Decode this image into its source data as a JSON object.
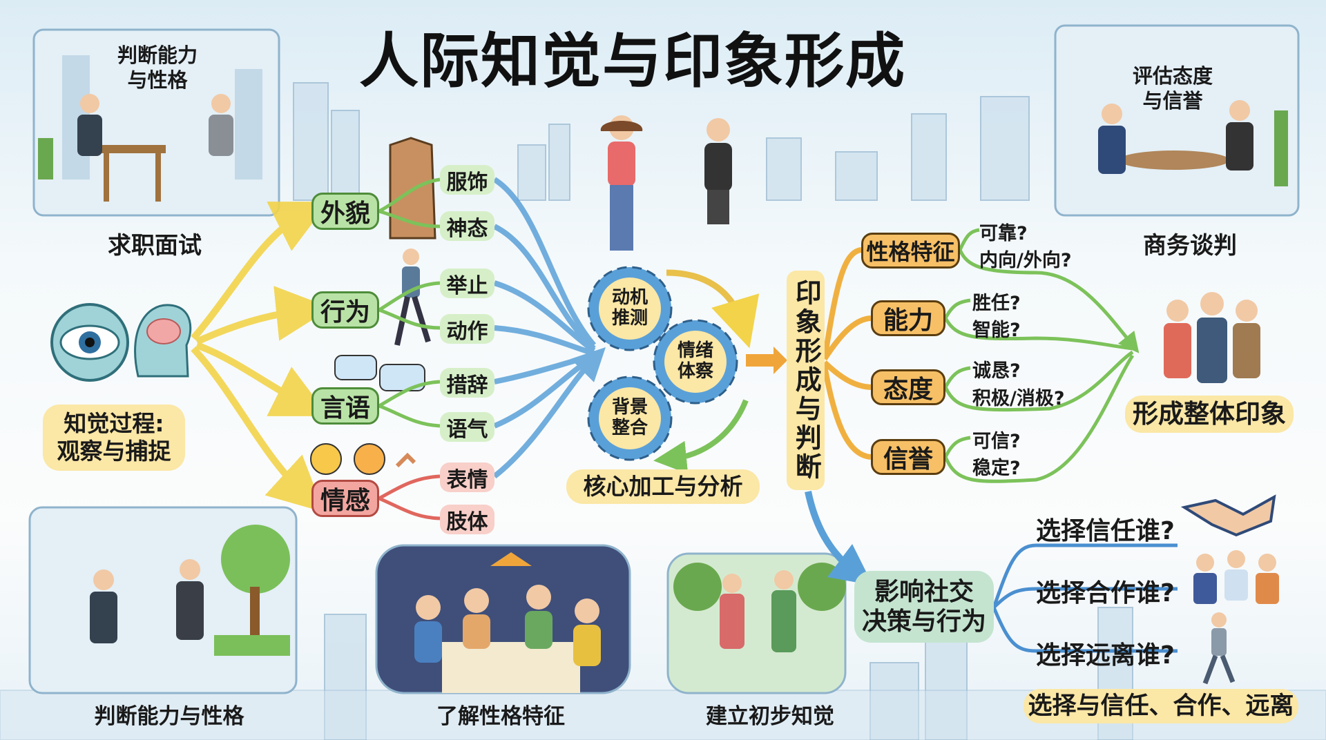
{
  "title": "人际知觉与印象形成",
  "scenes": {
    "interview": {
      "caption": "求职面试",
      "note_line1": "判断能力",
      "note_line2": "与性格"
    },
    "negotiation": {
      "caption": "商务谈判",
      "note_line1": "评估态度",
      "note_line2": "与信誉"
    },
    "office": {
      "caption": "判断能力与性格"
    },
    "dinner": {
      "caption": "了解性格特征"
    },
    "park": {
      "caption": "建立初步知觉"
    }
  },
  "perception": {
    "line1": "知觉过程:",
    "line2": "观察与捕捉"
  },
  "cues": [
    {
      "label": "外貌",
      "subs": [
        "服饰",
        "神态"
      ]
    },
    {
      "label": "行为",
      "subs": [
        "举止",
        "动作"
      ]
    },
    {
      "label": "言语",
      "subs": [
        "措辞",
        "语气"
      ]
    },
    {
      "label": "情感",
      "subs": [
        "表情",
        "肢体"
      ]
    }
  ],
  "processing": {
    "gears": [
      [
        "动机",
        "推测"
      ],
      [
        "情绪",
        "体察"
      ],
      [
        "背景",
        "整合"
      ]
    ],
    "label": "核心加工与分析"
  },
  "judgment": {
    "label": "印象形成与判断"
  },
  "dimensions": [
    {
      "label": "性格特征",
      "questions": [
        "可靠?",
        "内向/外向?"
      ]
    },
    {
      "label": "能力",
      "questions": [
        "胜任?",
        "智能?"
      ]
    },
    {
      "label": "态度",
      "questions": [
        "诚恳?",
        "积极/消极?"
      ]
    },
    {
      "label": "信誉",
      "questions": [
        "可信?",
        "稳定?"
      ]
    }
  ],
  "overall": "形成整体印象",
  "decision": {
    "line1": "影响社交",
    "line2": "决策与行为",
    "options": [
      "选择信任谁?",
      "选择合作谁?",
      "选择远离谁?"
    ],
    "summary": "选择与信任、合作、远离"
  },
  "colors": {
    "green": "#7cc25a",
    "blue": "#4a8fd0",
    "orange": "#f0a53a",
    "yellow": "#fbe7a6",
    "red": "#e0675e"
  }
}
